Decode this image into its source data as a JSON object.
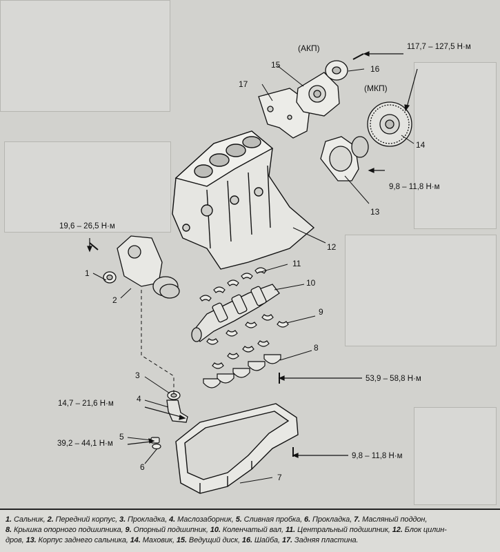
{
  "callouts": {
    "akp": "(АКП)",
    "mkp": "(МКП)",
    "c1": "1",
    "c2": "2",
    "c3": "3",
    "c4": "4",
    "c5": "5",
    "c6": "6",
    "c7": "7",
    "c8": "8",
    "c9": "9",
    "c10": "10",
    "c11": "11",
    "c12": "12",
    "c13": "13",
    "c14": "14",
    "c15": "15",
    "c16": "16",
    "c17": "17"
  },
  "torques": {
    "t_flex": "117,7 – 127,5 Н·м",
    "t_rear_seal": "9,8 – 11,8 Н·м",
    "t_front": "19,6 – 26,5 Н·м",
    "t_main_caps": "53,9 – 58,8 Н·м",
    "t_pickup": "14,7 – 21,6 Н·м",
    "t_drain": "39,2 – 44,1 Н·м",
    "t_pan": "9,8 – 11,8 Н·м"
  },
  "caption": {
    "items": [
      {
        "n": "1.",
        "t": " Сальник,"
      },
      {
        "n": "2.",
        "t": " Передний корпус,"
      },
      {
        "n": "3.",
        "t": " Прокладка,"
      },
      {
        "n": "4.",
        "t": " Маслозаборник,"
      },
      {
        "n": "5.",
        "t": " Сливная пробка,"
      },
      {
        "n": "6.",
        "t": " Прокладка,"
      },
      {
        "n": "7.",
        "t": " Масляный поддон,"
      }
    ],
    "line2": [
      {
        "n": "8.",
        "t": " Крышка опорного подшипника,"
      },
      {
        "n": "9.",
        "t": " Опорный подшипник,"
      },
      {
        "n": "10.",
        "t": " Коленчатый вал,"
      },
      {
        "n": "11.",
        "t": " Центральный подшипник,"
      },
      {
        "n": "12.",
        "t": " Блок цилин-"
      }
    ],
    "line3": [
      {
        "n": "",
        "t": "дров,"
      },
      {
        "n": "13.",
        "t": " Корпус заднего сальника,"
      },
      {
        "n": "14.",
        "t": " Маховик,"
      },
      {
        "n": "15.",
        "t": " Ведущий диск,"
      },
      {
        "n": "16.",
        "t": " Шайба,"
      },
      {
        "n": "17.",
        "t": " Задняя пластина."
      }
    ]
  },
  "colors": {
    "ink": "#111111",
    "paper": "#d2d2ce",
    "caption_bg": "#dcdcd8"
  }
}
